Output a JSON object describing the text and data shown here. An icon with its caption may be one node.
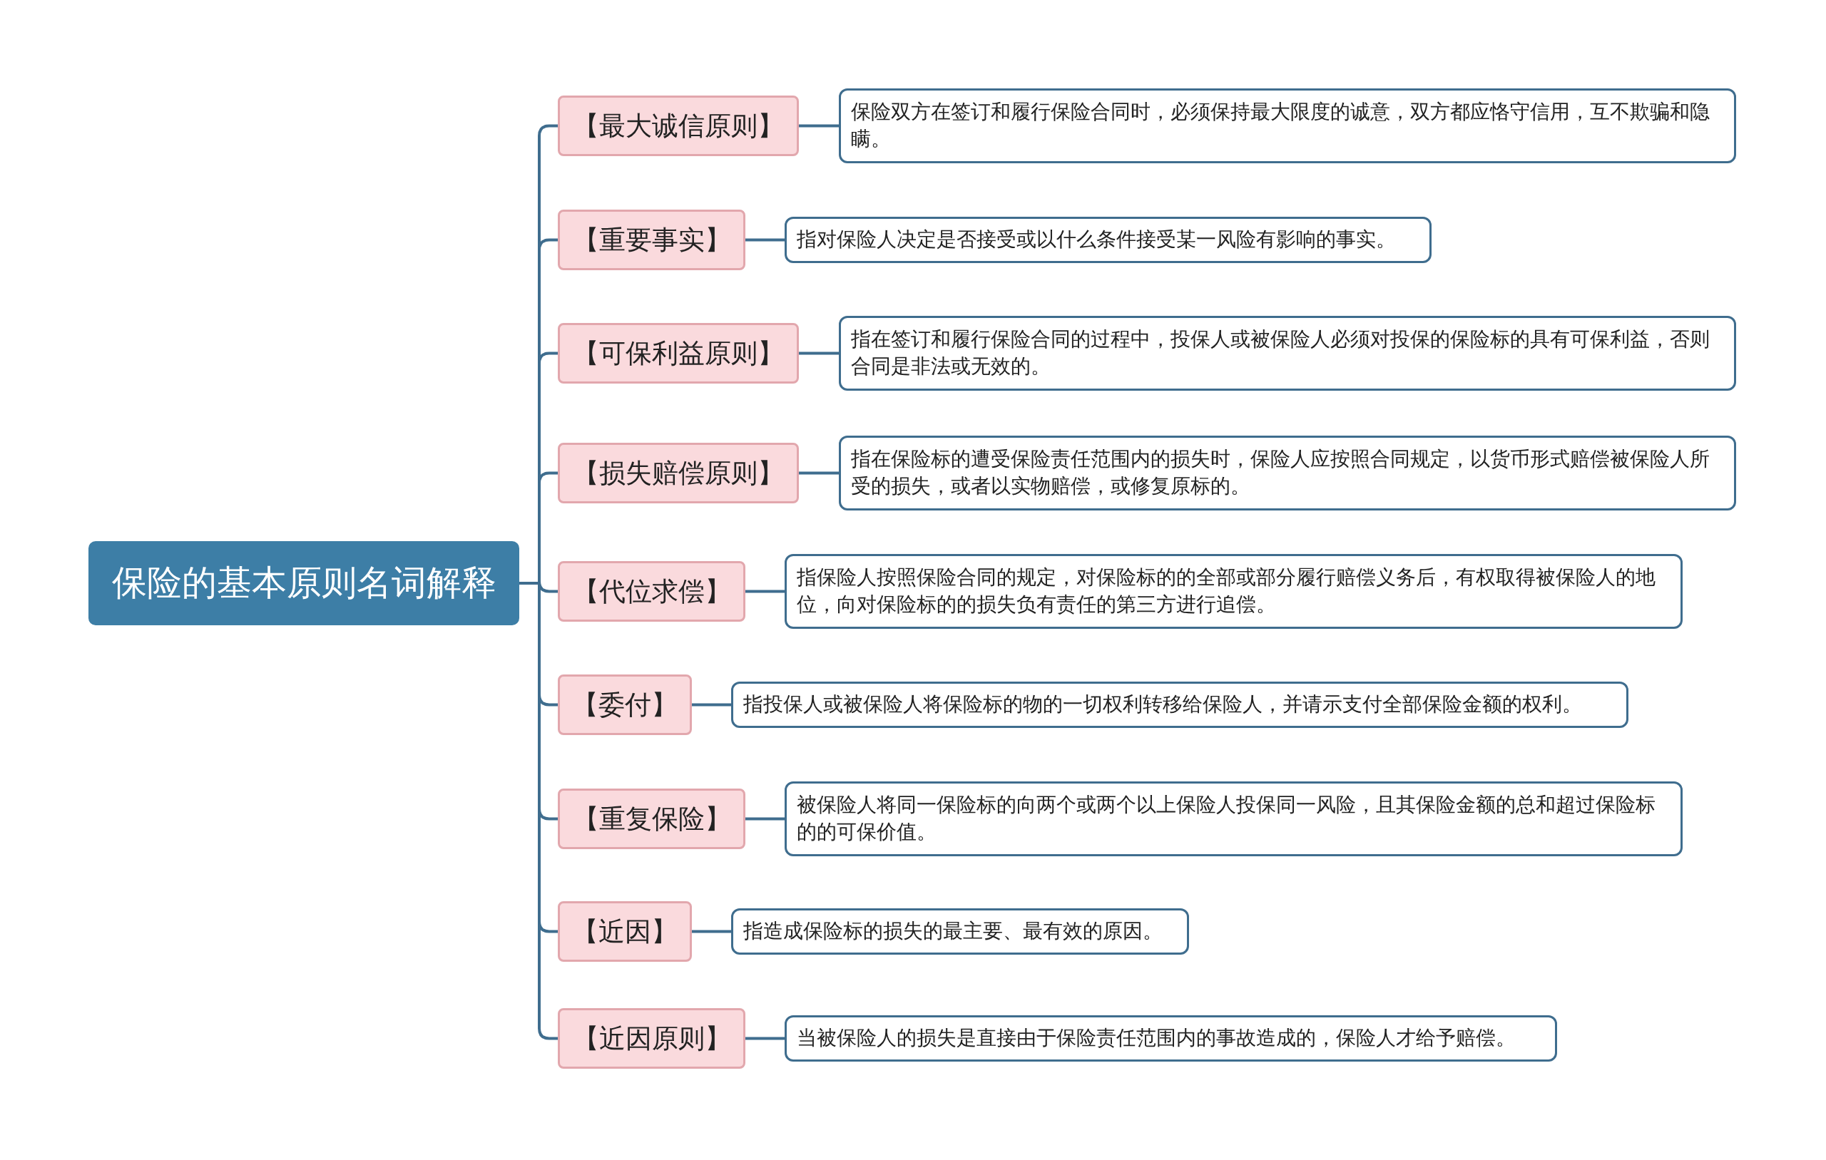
{
  "diagram": {
    "nodes": [
      {
        "text": [
          "保险的基本原则名词解释"
        ]
      },
      {
        "text": [
          "【最大诚信原则】"
        ]
      },
      {
        "text": [
          "保险双方在签订和履行保险合同时，必须保持最大限度的诚意，双方都应恪守信用，互不欺骗和隐瞒。"
        ]
      },
      {
        "text": [
          "【重要事实】"
        ]
      },
      {
        "text": [
          "指对保险人决定是否接受或以什么条件接受某一风险有影响的事实。"
        ]
      },
      {
        "text": [
          "【可保利益原则】"
        ]
      },
      {
        "text": [
          "指在签订和履行保险合同的过程中，投保人或被保险人必须对投保的保险标的具有可保利益，否则合同是非法或无效的。"
        ]
      },
      {
        "text": [
          "【损失赔偿原则】"
        ]
      },
      {
        "text": [
          "指在保险标的遭受保险责任范围内的损失时，保险人应按照合同规定，以货币形式赔偿被保险人所受的损失，或者以实物赔偿，或修复原标的。"
        ]
      },
      {
        "text": [
          "【代位求偿】"
        ]
      },
      {
        "text": [
          "指保险人按照保险合同的规定，对保险标的的全部或部分履行赔偿义务后，有权取得被保险人的地位，向对保险标的的损失负有责任的第三方进行追偿。"
        ]
      },
      {
        "text": [
          "【委付】"
        ]
      },
      {
        "text": [
          "指投保人或被保险人将保险标的物的一切权利转移给保险人，并请示支付全部保险金额的权利。"
        ]
      },
      {
        "text": [
          "【重复保险】"
        ]
      },
      {
        "text": [
          "被保险人将同一保险标的向两个或两个以上保险人投保同一风险，且其保险金额的总和超过保险标的的可保价值。"
        ]
      },
      {
        "text": [
          "【近因】"
        ]
      },
      {
        "text": [
          "指造成保险标的损失的最主要、最有效的原因。"
        ]
      },
      {
        "text": [
          "【近因原则】"
        ]
      },
      {
        "text": [
          "当被保险人的损失是直接由于保险责任范围内的事故造成的，保险人才给予赔偿。"
        ]
      }
    ],
    "edges": [
      {
        "from": 0,
        "to": 1,
        "arrow": "none"
      },
      {
        "from": 1,
        "to": 2,
        "arrow": "none"
      },
      {
        "from": 0,
        "to": 3,
        "arrow": "none"
      },
      {
        "from": 3,
        "to": 4,
        "arrow": "none"
      },
      {
        "from": 0,
        "to": 5,
        "arrow": "none"
      },
      {
        "from": 5,
        "to": 6,
        "arrow": "none"
      },
      {
        "from": 0,
        "to": 7,
        "arrow": "none"
      },
      {
        "from": 7,
        "to": 8,
        "arrow": "none"
      },
      {
        "from": 0,
        "to": 9,
        "arrow": "none"
      },
      {
        "from": 9,
        "to": 10,
        "arrow": "none"
      },
      {
        "from": 0,
        "to": 11,
        "arrow": "none"
      },
      {
        "from": 11,
        "to": 12,
        "arrow": "none"
      },
      {
        "from": 0,
        "to": 13,
        "arrow": "none"
      },
      {
        "from": 13,
        "to": 14,
        "arrow": "none"
      },
      {
        "from": 0,
        "to": 15,
        "arrow": "none"
      },
      {
        "from": 15,
        "to": 16,
        "arrow": "none"
      },
      {
        "from": 0,
        "to": 17,
        "arrow": "none"
      },
      {
        "from": 17,
        "to": 18,
        "arrow": "none"
      }
    ]
  }
}
